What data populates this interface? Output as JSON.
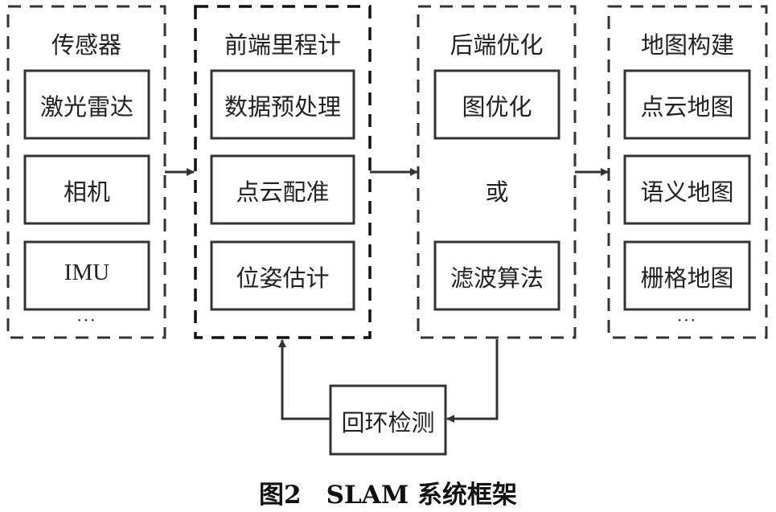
{
  "groups": [
    {
      "title": "传感器",
      "items": [
        "激光雷达",
        "相机",
        "IMU"
      ],
      "ellipsis": "···"
    },
    {
      "title": "前端里程计",
      "items": [
        "数据预处理",
        "点云配准",
        "位姿估计"
      ]
    },
    {
      "title": "后端优化",
      "items": [
        "图优化",
        "滤波算法"
      ],
      "connector": "或"
    },
    {
      "title": "地图构建",
      "items": [
        "点云地图",
        "语义地图",
        "栅格地图"
      ],
      "ellipsis": "···"
    }
  ],
  "loop_box": {
    "label": "回环检测"
  },
  "caption": "图2　SLAM 系统框架",
  "colors": {
    "stroke": "#333333",
    "text": "#222222"
  }
}
